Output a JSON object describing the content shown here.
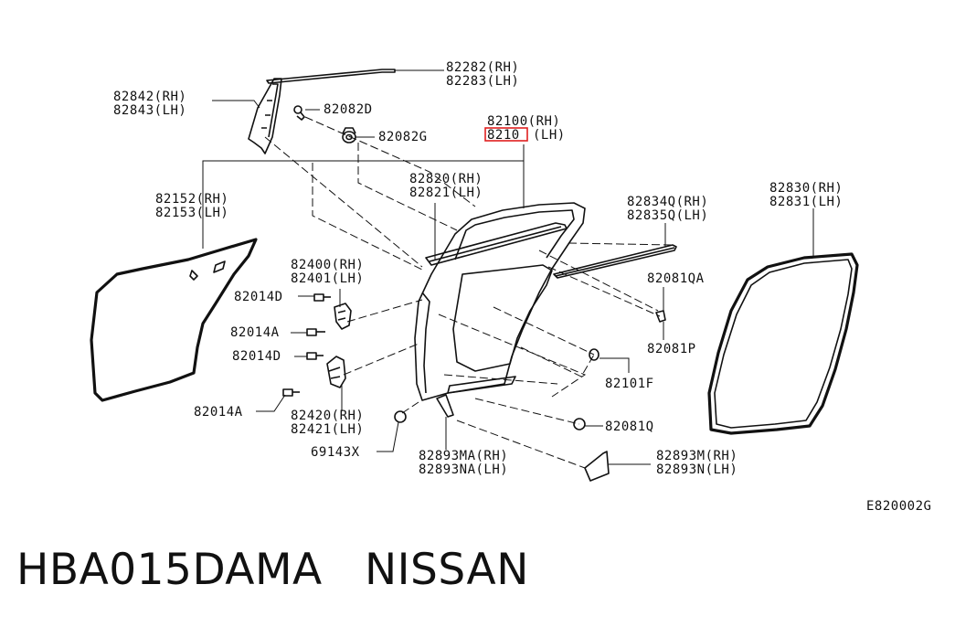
{
  "figure_code": "E820002G",
  "caption": {
    "part_number": "HBA015DAMA",
    "brand": "NISSAN"
  },
  "labels": {
    "p82282": "82282(RH)",
    "p82283": "82283(LH)",
    "p82842": "82842(RH)",
    "p82843": "82843(LH)",
    "p82082D": "82082D",
    "p82082G": "82082G",
    "p82100": "82100(RH)",
    "p82101_lh": "(LH)",
    "p82101_partial": "8210",
    "p82820": "82820(RH)",
    "p82821": "82821(LH)",
    "p82834Q": "82834Q(RH)",
    "p82835Q": "82835Q(LH)",
    "p82830": "82830(RH)",
    "p82831": "82831(LH)",
    "p82152": "82152(RH)",
    "p82153": "82153(LH)",
    "p82400": "82400(RH)",
    "p82401": "82401(LH)",
    "p82014D_a": "82014D",
    "p82014A_a": "82014A",
    "p82014D_b": "82014D",
    "p82014A_b": "82014A",
    "p82420": "82420(RH)",
    "p82421": "82421(LH)",
    "p69143X": "69143X",
    "p82081QA": "82081QA",
    "p82081P": "82081P",
    "p82101F": "82101F",
    "p82081Q": "82081Q",
    "p82893MA": "82893MA(RH)",
    "p82893NA": "82893NA(LH)",
    "p82893M": "82893M(RH)",
    "p82893N": "82893N(LH)"
  },
  "highlight_color": "#e02020"
}
